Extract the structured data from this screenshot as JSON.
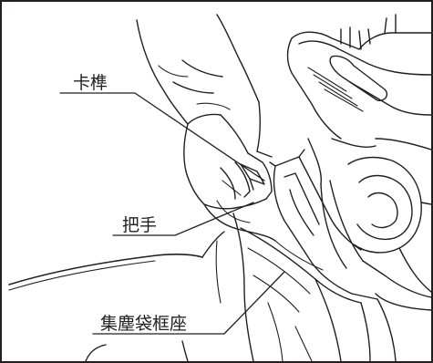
{
  "callouts": {
    "latch": "卡榫",
    "handle": "把手",
    "dust_bag_mount": "集塵袋框座"
  }
}
